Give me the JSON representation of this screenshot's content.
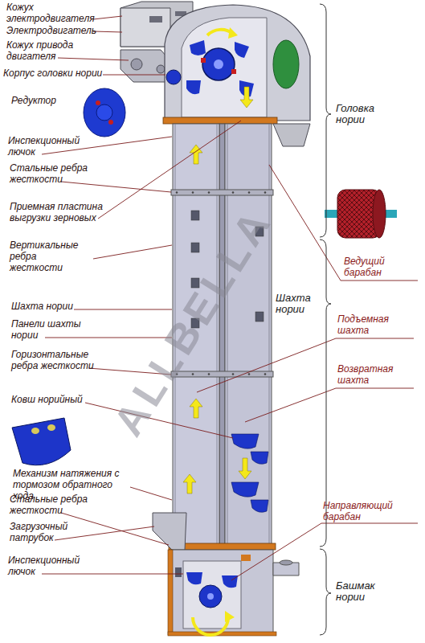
{
  "diagram": {
    "labels": [
      "Кожух электродвигателя",
      "Электродвигатель",
      "Кожух привода двигателя",
      "Корпус головки нории",
      "Редуктор",
      "Инспекционный лючок",
      "Стальные ребра жесткости",
      "Приемная пластина выгрузки зерновых",
      "Вертикальные ребра жесткости",
      "Шахта нории",
      "Панели шахты нории",
      "Горизонтальные ребра жесткости",
      "Ковш норийный",
      "Механизм натяжения с тормозом обратного хода",
      "Стальные ребра жесткости",
      "Загрузочный патрубок",
      "Инспекционный лючок",
      "Головка нории",
      "Ведущий барабан",
      "Шахта нории",
      "Подъемная шахта",
      "Возвратная шахта",
      "Направляющий барабан",
      "Башмак нории",
      "ALLBELLA"
    ]
  }
}
